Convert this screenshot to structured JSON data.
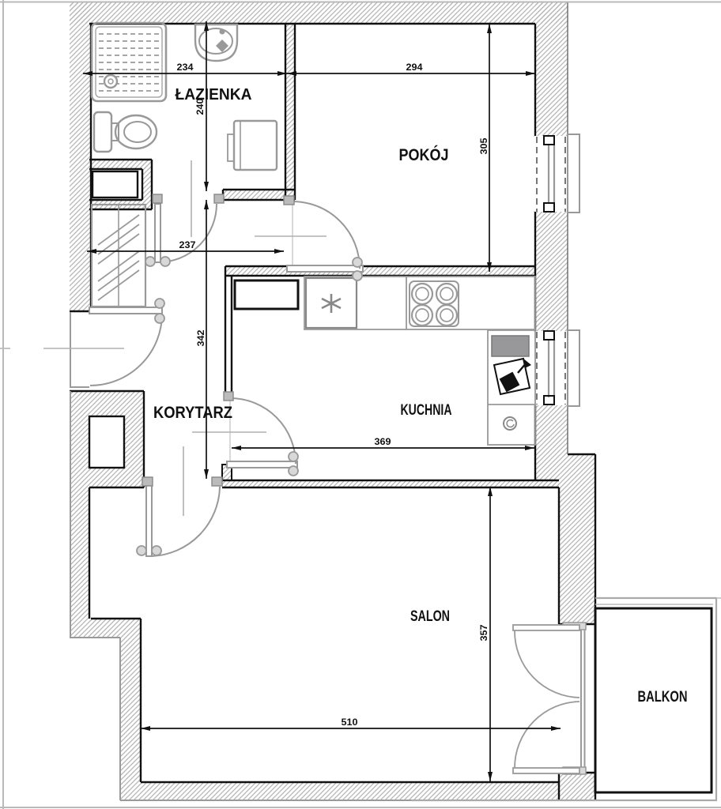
{
  "plan": {
    "type": "apartment-floor-plan",
    "rooms": {
      "bathroom": {
        "label": "ŁAZIENKA"
      },
      "room": {
        "label": "POKÓJ"
      },
      "corridor": {
        "label": "KORYTARZ"
      },
      "kitchen": {
        "label": "KUCHNIA"
      },
      "living_room": {
        "label": "SALON"
      },
      "balcony": {
        "label": "BALKON"
      }
    },
    "dimensions": {
      "bathroom_width": "234",
      "room_width": "294",
      "bathroom_depth": "240",
      "corridor_width": "237",
      "corridor_depth": "342",
      "room_depth": "305",
      "kitchen_width": "369",
      "living_room_width": "510",
      "living_room_depth": "357"
    },
    "fixtures": [
      "shower",
      "washbasin",
      "toilet",
      "washing-machine",
      "wardrobe",
      "kitchen-sink",
      "stove",
      "fridge",
      "sink-cabinet",
      "washer",
      "french-door",
      "window"
    ],
    "colors": {
      "wall_hatch": "#b5b5b5",
      "outline": "#111111",
      "fixtures": "#999999"
    }
  }
}
